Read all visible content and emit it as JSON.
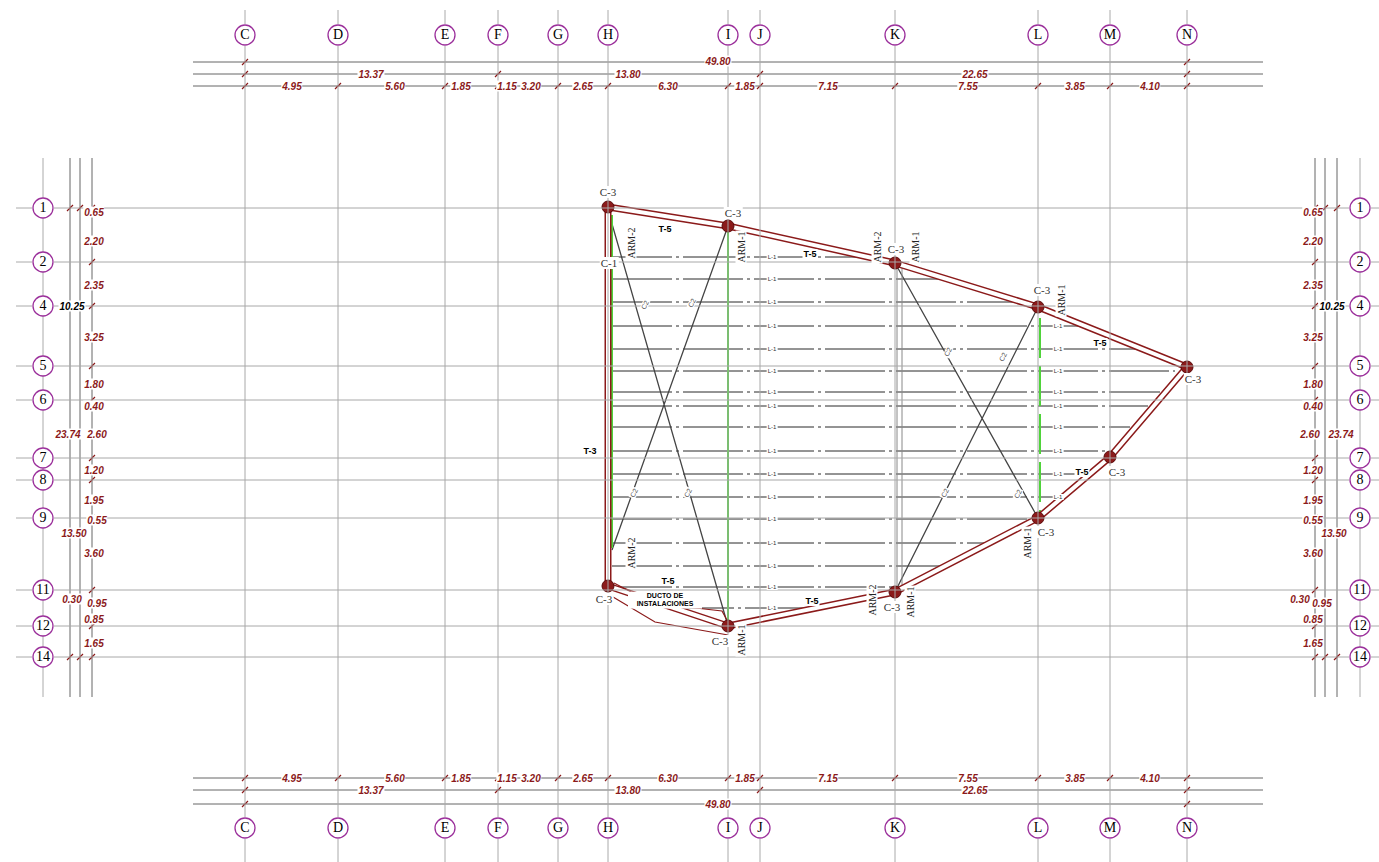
{
  "diagram": {
    "nodes": [
      {
        "text": [
          "C"
        ]
      },
      {
        "text": [
          "D"
        ]
      },
      {
        "text": [
          "E"
        ]
      },
      {
        "text": [
          "F"
        ]
      },
      {
        "text": [
          "G"
        ]
      },
      {
        "text": [
          "H"
        ]
      },
      {
        "text": [
          "I"
        ]
      },
      {
        "text": [
          "J"
        ]
      },
      {
        "text": [
          "K"
        ]
      },
      {
        "text": [
          "L"
        ]
      },
      {
        "text": [
          "M"
        ]
      },
      {
        "text": [
          "N"
        ]
      },
      {
        "text": [
          "1"
        ]
      },
      {
        "text": [
          "2"
        ]
      },
      {
        "text": [
          "4"
        ]
      },
      {
        "text": [
          "5"
        ]
      },
      {
        "text": [
          "6"
        ]
      },
      {
        "text": [
          "7"
        ]
      },
      {
        "text": [
          "8"
        ]
      },
      {
        "text": [
          "9"
        ]
      },
      {
        "text": [
          "11"
        ]
      },
      {
        "text": [
          "12"
        ]
      },
      {
        "text": [
          "14"
        ]
      },
      {
        "text": [
          "1"
        ]
      },
      {
        "text": [
          "2"
        ]
      },
      {
        "text": [
          "4"
        ]
      },
      {
        "text": [
          "5"
        ]
      },
      {
        "text": [
          "6"
        ]
      },
      {
        "text": [
          "7"
        ]
      },
      {
        "text": [
          "8"
        ]
      },
      {
        "text": [
          "9"
        ]
      },
      {
        "text": [
          "11"
        ]
      },
      {
        "text": [
          "12"
        ]
      },
      {
        "text": [
          "14"
        ]
      },
      {
        "text": [
          "C"
        ]
      },
      {
        "text": [
          "D"
        ]
      },
      {
        "text": [
          "E"
        ]
      },
      {
        "text": [
          "F"
        ]
      },
      {
        "text": [
          "G"
        ]
      },
      {
        "text": [
          "H"
        ]
      },
      {
        "text": [
          "I"
        ]
      },
      {
        "text": [
          "J"
        ]
      },
      {
        "text": [
          "K"
        ]
      },
      {
        "text": [
          "L"
        ]
      },
      {
        "text": [
          "M"
        ]
      },
      {
        "text": [
          "N"
        ]
      }
    ],
    "edges": [
      {
        "from": 0,
        "to": 34,
        "arrow": "none"
      },
      {
        "from": 1,
        "to": 35,
        "arrow": "none"
      },
      {
        "from": 2,
        "to": 36,
        "arrow": "none"
      },
      {
        "from": 3,
        "to": 37,
        "arrow": "none"
      },
      {
        "from": 4,
        "to": 38,
        "arrow": "none"
      },
      {
        "from": 5,
        "to": 39,
        "arrow": "none"
      },
      {
        "from": 6,
        "to": 40,
        "arrow": "none"
      },
      {
        "from": 7,
        "to": 41,
        "arrow": "none"
      },
      {
        "from": 8,
        "to": 42,
        "arrow": "none"
      },
      {
        "from": 9,
        "to": 43,
        "arrow": "none"
      },
      {
        "from": 10,
        "to": 44,
        "arrow": "none"
      },
      {
        "from": 11,
        "to": 45,
        "arrow": "none"
      },
      {
        "from": 12,
        "to": 23,
        "arrow": "none"
      },
      {
        "from": 13,
        "to": 24,
        "arrow": "none"
      },
      {
        "from": 14,
        "to": 25,
        "arrow": "none"
      },
      {
        "from": 15,
        "to": 26,
        "arrow": "none"
      },
      {
        "from": 16,
        "to": 27,
        "arrow": "none"
      },
      {
        "from": 17,
        "to": 28,
        "arrow": "none"
      },
      {
        "from": 18,
        "to": 29,
        "arrow": "none"
      },
      {
        "from": 19,
        "to": 30,
        "arrow": "none"
      },
      {
        "from": 20,
        "to": 31,
        "arrow": "none"
      },
      {
        "from": 21,
        "to": 32,
        "arrow": "none"
      },
      {
        "from": 22,
        "to": 33,
        "arrow": "none"
      }
    ],
    "labels": [
      "49.80",
      "13.37",
      "13.80",
      "22.65",
      "4.95",
      "5.60",
      "1.85",
      "1.15",
      "3.20",
      "2.65",
      "6.30",
      "1.85",
      "7.15",
      "7.55",
      "3.85",
      "4.10",
      "4.95",
      "5.60",
      "1.85",
      "1.15",
      "3.20",
      "2.65",
      "6.30",
      "1.85",
      "7.15",
      "7.55",
      "3.85",
      "4.10",
      "13.37",
      "13.80",
      "22.65",
      "49.80",
      "0.65",
      "2.20",
      "2.35",
      "10.25",
      "3.25",
      "1.80",
      "0.40",
      "23.74",
      "2.60",
      "1.20",
      "1.95",
      "0.55",
      "13.50",
      "3.60",
      "0.30",
      "0.95",
      "0.85",
      "1.65",
      "0.65",
      "2.20",
      "2.35",
      "10.25",
      "3.25",
      "1.80",
      "0.40",
      "2.60",
      "23.74",
      "1.20",
      "1.95",
      "0.55",
      "13.50",
      "3.60",
      "0.30",
      "0.95",
      "0.85",
      "1.65",
      "C-3",
      "C-3",
      "C-3",
      "C-3",
      "C-3",
      "C-3",
      "C-3",
      "C-3",
      "C-3",
      "C-3",
      "C-1",
      "T-5",
      "T-5",
      "T-5",
      "T-5",
      "T-5",
      "T-5",
      "T-3",
      "DUCTO DE INSTALACIONES",
      "ARM-2",
      "ARM-1",
      "ARM-2",
      "ARM-1",
      "ARM-1",
      "ARM-1",
      "ARM-2",
      "ARM-2",
      "ARM-1",
      "ARM-1",
      "C2",
      "C2",
      "C2",
      "C2",
      "C2",
      "C2",
      "C2",
      "C2",
      "L-1",
      "L-1",
      "L-1",
      "L-1",
      "L-1",
      "L-1",
      "L-1",
      "L-1",
      "L-1",
      "L-1",
      "L-1",
      "L-1",
      "L-1",
      "L-1",
      "L-1",
      "L-1",
      "L-1",
      "L-1",
      "L-1",
      "L-1",
      "L-1",
      "L-1",
      "L-1",
      "L-1",
      "L-1",
      "L-1"
    ]
  }
}
